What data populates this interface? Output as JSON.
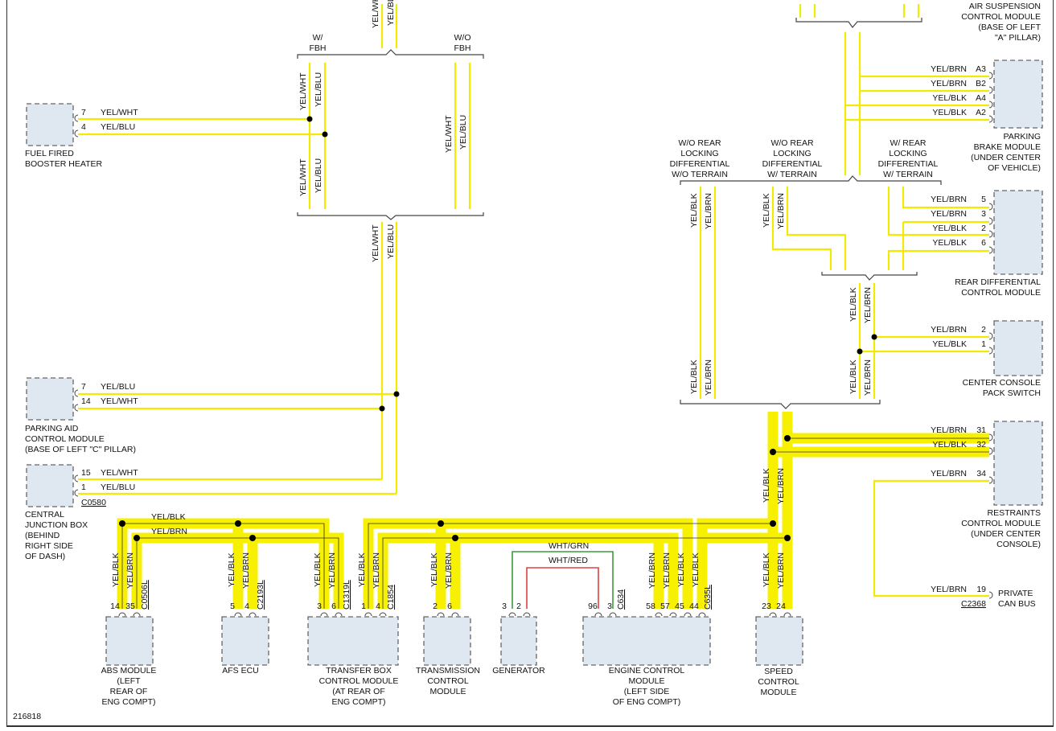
{
  "diagram_id": "216818",
  "modules": {
    "fuel_fired_booster_heater": [
      "FUEL FIRED",
      "BOOSTER HEATER"
    ],
    "parking_aid": [
      "PARKING AID",
      "CONTROL MODULE",
      "(BASE OF LEFT \"C\" PILLAR)"
    ],
    "central_junction_box": [
      "CENTRAL",
      "JUNCTION BOX",
      "(BEHIND",
      "RIGHT SIDE",
      "OF DASH)"
    ],
    "abs_module": [
      "ABS MODULE",
      "(LEFT",
      "REAR OF",
      "ENG COMPT)"
    ],
    "afs_ecu": [
      "AFS ECU"
    ],
    "transfer_box": [
      "TRANSFER BOX",
      "CONTROL MODULE",
      "(AT REAR OF",
      "ENG COMPT)"
    ],
    "transmission": [
      "TRANSMISSION",
      "CONTROL",
      "MODULE"
    ],
    "generator": [
      "GENERATOR"
    ],
    "engine_control": [
      "ENGINE CONTROL",
      "MODULE",
      "(LEFT SIDE",
      "OF ENG COMPT)"
    ],
    "speed_control": [
      "SPEED",
      "CONTROL",
      "MODULE"
    ],
    "air_suspension": [
      "AIR SUSPENSION",
      "CONTROL MODULE",
      "(BASE OF LEFT",
      "\"A\" PILLAR)"
    ],
    "parking_brake": [
      "PARKING",
      "BRAKE MODULE",
      "(UNDER CENTER",
      "OF VEHICLE)"
    ],
    "rear_differential": [
      "REAR DIFFERENTIAL",
      "CONTROL MODULE"
    ],
    "center_console": [
      "CENTER CONSOLE",
      "PACK SWITCH"
    ],
    "restraints": [
      "RESTRAINTS",
      "CONTROL MODULE",
      "(UNDER CENTER",
      "CONSOLE)"
    ],
    "private_can": [
      "PRIVATE",
      "CAN BUS"
    ]
  },
  "options": {
    "w_fbh": [
      "W/",
      "FBH"
    ],
    "wo_fbh": [
      "W/O",
      "FBH"
    ],
    "wo_rear_wo_terrain": [
      "W/O REAR",
      "LOCKING",
      "DIFFERENTIAL",
      "W/O TERRAIN"
    ],
    "wo_rear_w_terrain": [
      "W/O REAR",
      "LOCKING",
      "DIFFERENTIAL",
      "W/ TERRAIN"
    ],
    "w_rear_w_terrain": [
      "W/ REAR",
      "LOCKING",
      "DIFFERENTIAL",
      "W/ TERRAIN"
    ]
  },
  "wires": {
    "yel_wht": "YEL/WHT",
    "yel_blu": "YEL/BLU",
    "yel_blk": "YEL/BLK",
    "yel_brn": "YEL/BRN",
    "wht_grn": "WHT/GRN",
    "wht_red": "WHT/RED"
  },
  "pins": {
    "fbh": [
      "7",
      "4"
    ],
    "parking_aid": [
      "7",
      "14"
    ],
    "cjb": [
      "15",
      "1"
    ],
    "abs": [
      "14",
      "35"
    ],
    "afs": [
      "5",
      "4"
    ],
    "tbox": [
      "3",
      "6",
      "1",
      "4"
    ],
    "trans": [
      "2",
      "6"
    ],
    "gen": [
      "3",
      "2"
    ],
    "ecm": [
      "96",
      "3",
      "58",
      "57",
      "45",
      "44"
    ],
    "speed": [
      "23",
      "24"
    ],
    "park_brake": [
      "A3",
      "B2",
      "A4",
      "A2"
    ],
    "rear_diff": [
      "5",
      "3",
      "2",
      "6"
    ],
    "console": [
      "2",
      "1"
    ],
    "restraints": [
      "31",
      "32",
      "34"
    ],
    "private_can": [
      "19"
    ]
  },
  "connectors": {
    "cjb": "C0580",
    "abs": "C0506L",
    "afs": "C2193L",
    "tbox": "C1319L",
    "tbox2": "C1854",
    "ecm_c634": "C634",
    "ecm_c635": "C635L",
    "can": "C2368"
  },
  "colors": {
    "wire_yellow": "#f2ea00",
    "wht_grn": "#3c9a3c",
    "wht_red": "#e04040",
    "module_fill": "#dfe8f0"
  }
}
